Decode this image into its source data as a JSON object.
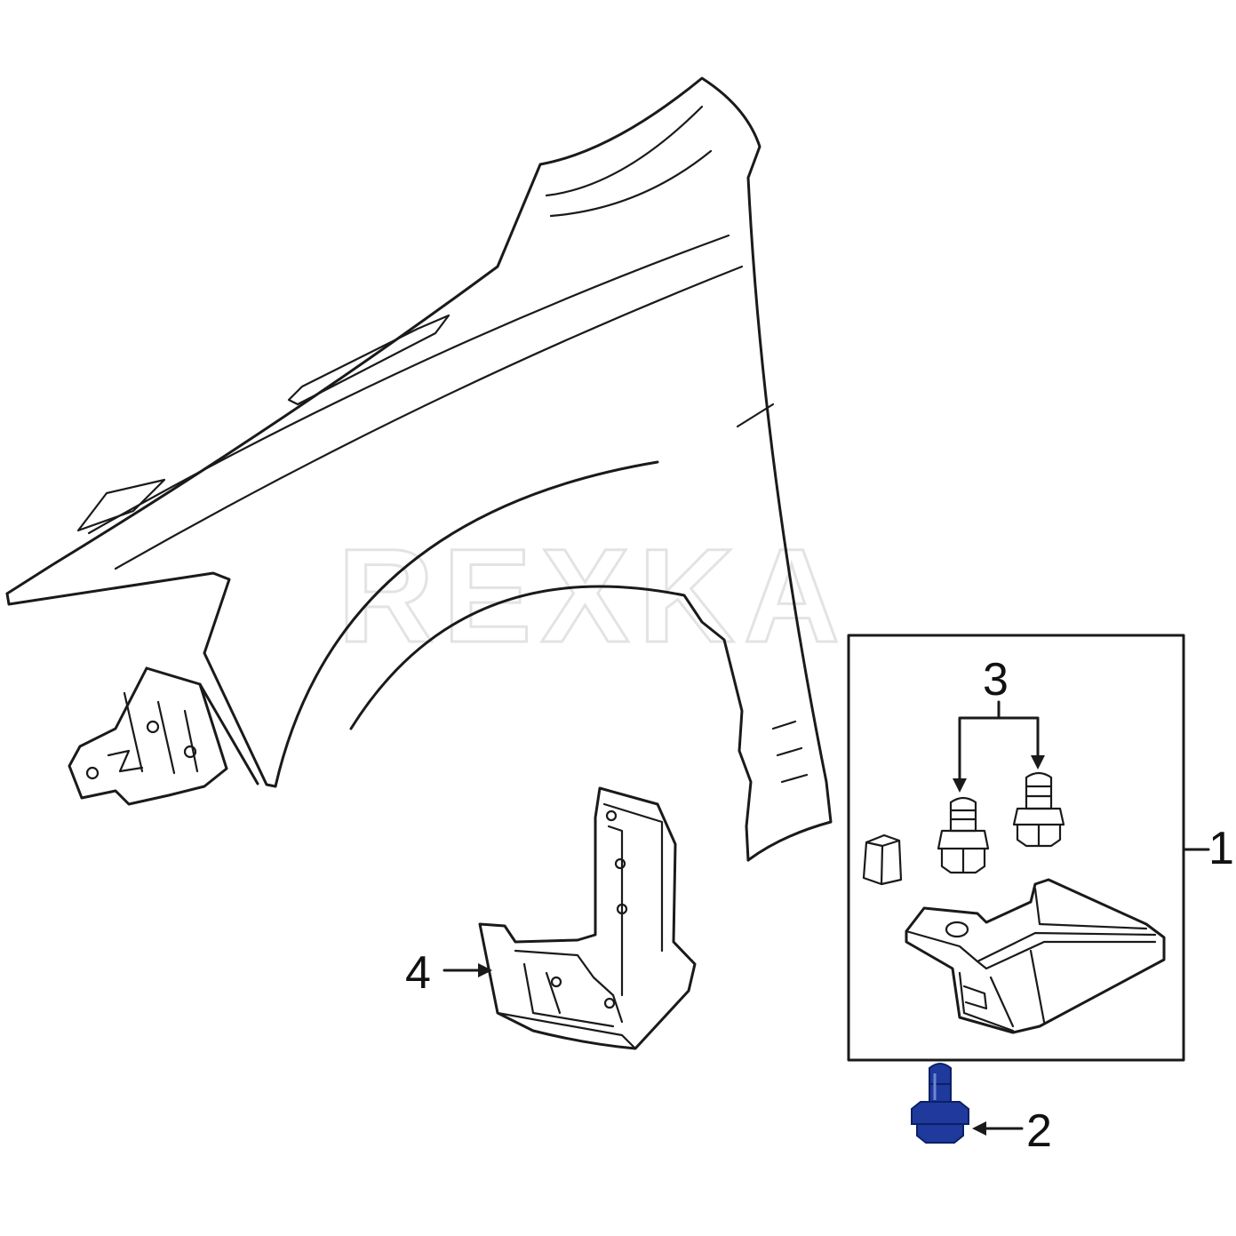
{
  "watermark": {
    "text": "REXKA"
  },
  "callouts": [
    {
      "id": "1",
      "label": "1"
    },
    {
      "id": "2",
      "label": "2"
    },
    {
      "id": "3",
      "label": "3"
    },
    {
      "id": "4",
      "label": "4"
    }
  ],
  "colors": {
    "line": "#1a1a1a",
    "highlight_part": "#1f3a9c",
    "highlight_dark": "#0d1f66",
    "watermark": "#e3e3e3"
  }
}
